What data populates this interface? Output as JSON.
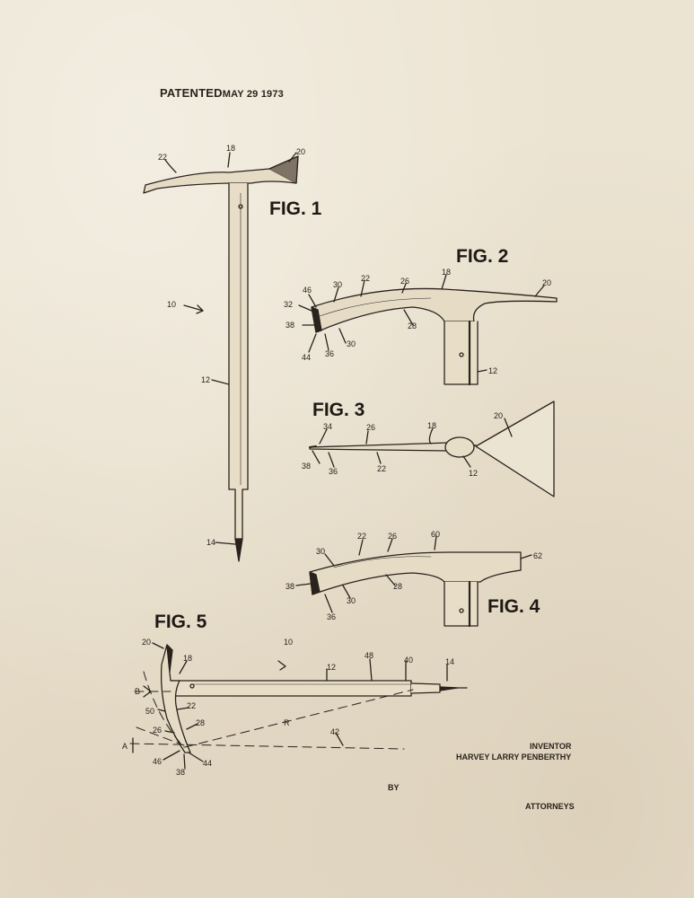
{
  "header": {
    "patented": "PATENTED",
    "date": "MAY 29 1973"
  },
  "figures": {
    "fig1": "FIG. 1",
    "fig2": "FIG. 2",
    "fig3": "FIG. 3",
    "fig4": "FIG. 4",
    "fig5": "FIG. 5"
  },
  "reference_numerals": {
    "fig1": [
      "22",
      "18",
      "20",
      "10",
      "12",
      "14"
    ],
    "fig2": [
      "46",
      "30",
      "22",
      "26",
      "18",
      "20",
      "32",
      "38",
      "44",
      "36",
      "30",
      "28",
      "12"
    ],
    "fig3": [
      "34",
      "26",
      "18",
      "20",
      "38",
      "36",
      "22",
      "12"
    ],
    "fig4": [
      "30",
      "22",
      "26",
      "60",
      "62",
      "38",
      "28",
      "30",
      "36"
    ],
    "fig5": [
      "20",
      "18",
      "10",
      "48",
      "12",
      "40",
      "14",
      "B",
      "22",
      "50",
      "28",
      "26",
      "R",
      "42",
      "A",
      "46",
      "38",
      "44"
    ]
  },
  "signature_block": {
    "inventor_label": "INVENTOR",
    "inventor_name": "HARVEY LARRY PENBERTHY",
    "by": "BY",
    "attorneys": "ATTORNEYS"
  }
}
